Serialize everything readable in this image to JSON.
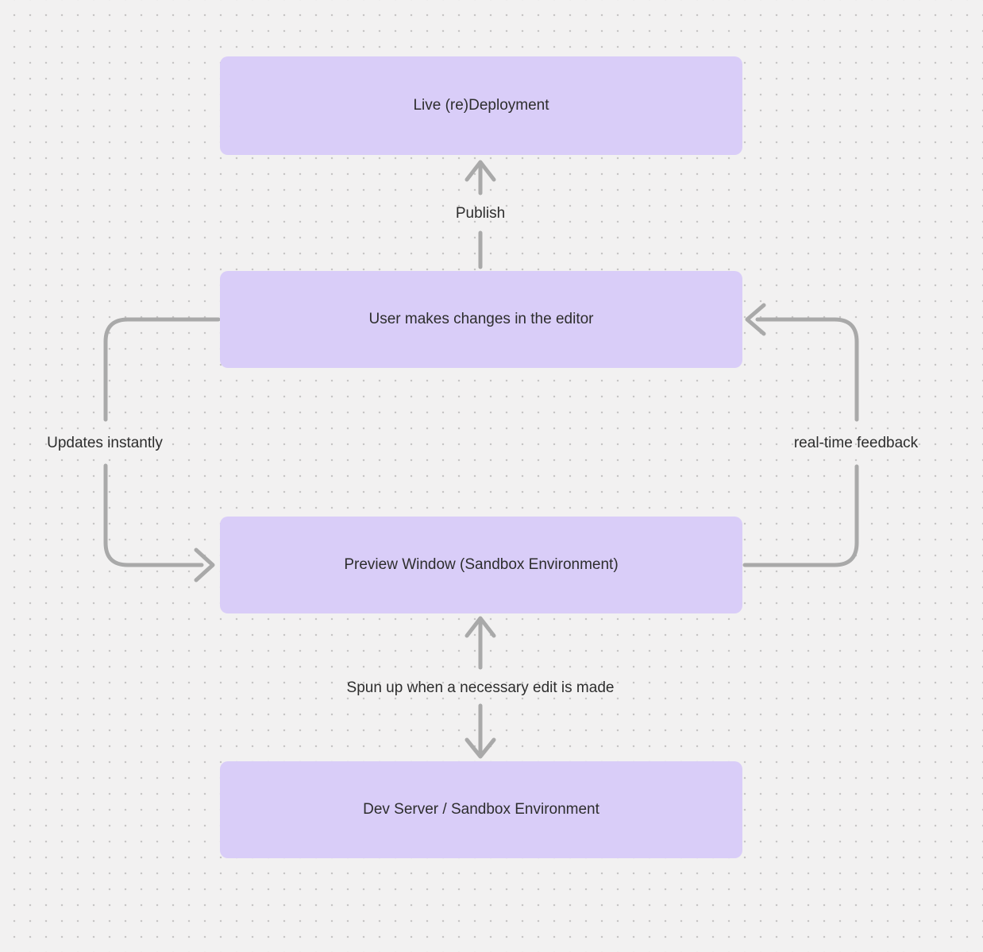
{
  "diagram": {
    "nodes": [
      {
        "id": "live-redeployment",
        "label": "Live (re)Deployment"
      },
      {
        "id": "user-editor",
        "label": "User makes changes in the editor"
      },
      {
        "id": "preview-window",
        "label": "Preview Window (Sandbox Environment)"
      },
      {
        "id": "dev-server",
        "label": "Dev Server / Sandbox Environment"
      }
    ],
    "edges": [
      {
        "id": "publish",
        "from": "user-editor",
        "to": "live-redeployment",
        "label": "Publish",
        "direction": "up"
      },
      {
        "id": "updates-instantly",
        "from": "user-editor",
        "to": "preview-window",
        "label": "Updates instantly",
        "side": "left"
      },
      {
        "id": "realtime-feedback",
        "from": "preview-window",
        "to": "user-editor",
        "label": "real-time feedback",
        "side": "right"
      },
      {
        "id": "spun-up",
        "from": "preview-window",
        "to": "dev-server",
        "label": "Spun up when a necessary edit is made",
        "direction": "both"
      }
    ],
    "colors": {
      "background": "#f2f1f1",
      "grid_dot": "#c6c5c5",
      "node_fill": "#d9cdf8",
      "arrow": "#a9a9a9",
      "text": "#2d2d2d"
    }
  }
}
